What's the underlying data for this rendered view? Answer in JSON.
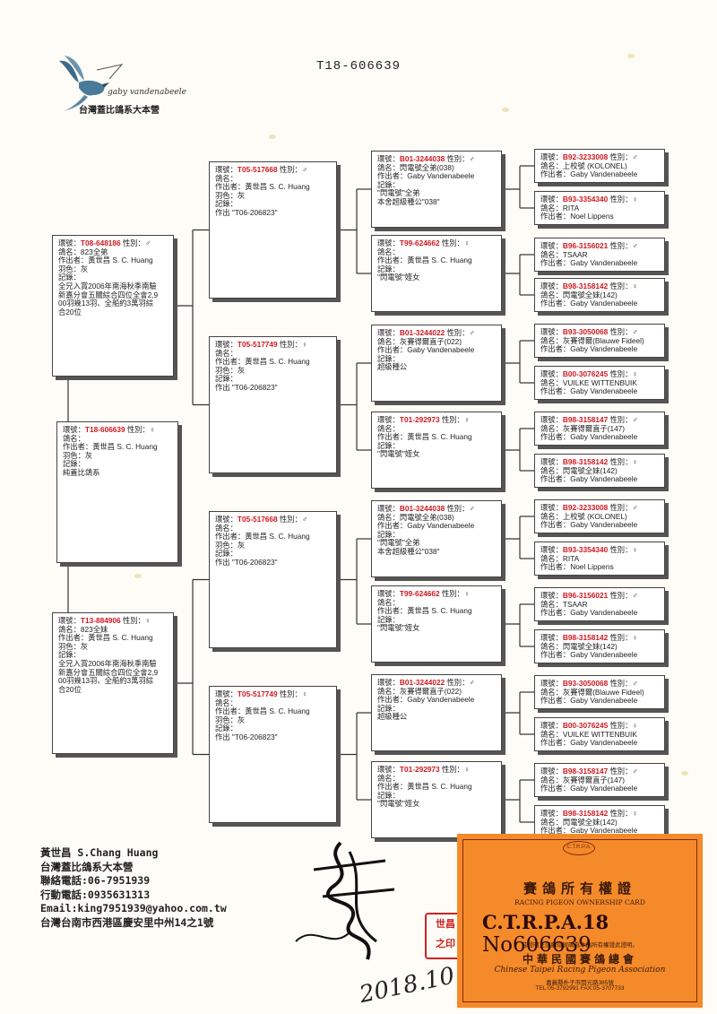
{
  "document_id": "T18-606639",
  "logo": {
    "script": "gaby vandenabeele",
    "club": "台灣蓋比鴿系大本營"
  },
  "labels": {
    "ring": "環號：",
    "sex": "性別：",
    "name": "鴿名：",
    "breeder": "作出者：",
    "color": "羽色：",
    "record": "記錄："
  },
  "cards": [
    {
      "id": "subject",
      "ring": "T18-606639",
      "sex": "♀",
      "name": "",
      "breeder": "黃世昌 S. C. Huang",
      "color": "灰",
      "record": "",
      "note": "純蓋比鴿系"
    },
    {
      "id": "sire",
      "ring": "T08-648186",
      "sex": "♂",
      "name": "823全弟",
      "breeder": "黃世昌 S. C. Huang",
      "color": "灰",
      "record": "",
      "note": "全兄入賞2006年南海秋季南驗\n新嘉分會五關綜合四位全會2,9\n00羽幾13羽、全船約3萬羽綜\n合20位"
    },
    {
      "id": "dam",
      "ring": "T13-884906",
      "sex": "♀",
      "name": "823全妹",
      "breeder": "黃世昌 S. C. Huang",
      "color": "灰",
      "record": "",
      "note": "全兄入賞2006年南海秋季南驗\n新嘉分會五關綜合四位全會2,9\n00羽幾13羽、全船約3萬羽綜\n合20位"
    },
    {
      "id": "ss",
      "ring": "T05-517668",
      "sex": "♂",
      "name": "",
      "breeder": "黃世昌 S. C. Huang",
      "color": "灰",
      "record": "",
      "note": "作出 \"T06-206823\""
    },
    {
      "id": "sd",
      "ring": "T05-517749",
      "sex": "♀",
      "name": "",
      "breeder": "黃世昌 S. C. Huang",
      "color": "灰",
      "record": "",
      "note": "作出 \"T06-206823\""
    },
    {
      "id": "ds",
      "ring": "T05-517668",
      "sex": "♂",
      "name": "",
      "breeder": "黃世昌 S. C. Huang",
      "color": "灰",
      "record": "",
      "note": "作出 \"T06-206823\""
    },
    {
      "id": "dd",
      "ring": "T05-517749",
      "sex": "♀",
      "name": "",
      "breeder": "黃世昌 S. C. Huang",
      "color": "灰",
      "record": "",
      "note": "作出 \"T06-206823\""
    },
    {
      "id": "g1",
      "ring": "B01-3244038",
      "sex": "♂",
      "name": "閃電號全弟(038)",
      "breeder": "Gaby Vandenabeele",
      "color": null,
      "record": "",
      "note": "\"閃電號\"全弟\n本舍超級種公\"038\""
    },
    {
      "id": "g2",
      "ring": "T99-624662",
      "sex": "♀",
      "name": "",
      "breeder": "黃世昌 S. C. Huang",
      "color": null,
      "record": "",
      "note": "\"閃電號\"姪女"
    },
    {
      "id": "g3",
      "ring": "B01-3244022",
      "sex": "♂",
      "name": "灰賽得爾直子(022)",
      "breeder": "Gaby Vandenabeele",
      "color": null,
      "record": "",
      "note": "超級種公"
    },
    {
      "id": "g4",
      "ring": "T01-292973",
      "sex": "♀",
      "name": "",
      "breeder": "黃世昌 S. C. Huang",
      "color": null,
      "record": "",
      "note": "\"閃電號\"姪女"
    },
    {
      "id": "g5",
      "ring": "B01-3244038",
      "sex": "♂",
      "name": "閃電號全弟(038)",
      "breeder": "Gaby Vandenabeele",
      "color": null,
      "record": "",
      "note": "\"閃電號\"全弟\n本舍超級種公\"038\""
    },
    {
      "id": "g6",
      "ring": "T99-624662",
      "sex": "♀",
      "name": "",
      "breeder": "黃世昌 S. C. Huang",
      "color": null,
      "record": "",
      "note": "\"閃電號\"姪女"
    },
    {
      "id": "g7",
      "ring": "B01-3244022",
      "sex": "♂",
      "name": "灰賽得爾直子(022)",
      "breeder": "Gaby Vandenabeele",
      "color": null,
      "record": "",
      "note": "超級種公"
    },
    {
      "id": "g8",
      "ring": "T01-292973",
      "sex": "♀",
      "name": "",
      "breeder": "黃世昌 S. C. Huang",
      "color": null,
      "record": "",
      "note": "\"閃電號\"姪女"
    },
    {
      "id": "h1",
      "ring": "B92-3233008",
      "sex": "♂",
      "name": "上校號 (KOLONEL)",
      "breeder": "Gaby Vandenabeele"
    },
    {
      "id": "h2",
      "ring": "B93-3354340",
      "sex": "♀",
      "name": "RITA",
      "breeder": "Noel Lippens"
    },
    {
      "id": "h3",
      "ring": "B96-3156021",
      "sex": "♂",
      "name": "TSAAR",
      "breeder": "Gaby Vandenabeele"
    },
    {
      "id": "h4",
      "ring": "B98-3158142",
      "sex": "♀",
      "name": "閃電號全妹(142)",
      "breeder": "Gaby Vandenabeele"
    },
    {
      "id": "h5",
      "ring": "B93-3050068",
      "sex": "♂",
      "name": "灰賽得爾(Blauwe Fideel)",
      "breeder": "Gaby Vandenabeele"
    },
    {
      "id": "h6",
      "ring": "B00-3076245",
      "sex": "♀",
      "name": "VUILKE WITTENBUIK",
      "breeder": "Gaby Vandenabeele"
    },
    {
      "id": "h7",
      "ring": "B98-3158147",
      "sex": "♂",
      "name": "灰賽得爾直子(147)",
      "breeder": "Gaby Vandenabeele"
    },
    {
      "id": "h8",
      "ring": "B98-3158142",
      "sex": "♀",
      "name": "閃電號全妹(142)",
      "breeder": "Gaby Vandenabeele"
    },
    {
      "id": "h9",
      "ring": "B92-3233008",
      "sex": "♂",
      "name": "上校號 (KOLONEL)",
      "breeder": "Gaby Vandenabeele"
    },
    {
      "id": "h10",
      "ring": "B93-3354340",
      "sex": "♀",
      "name": "RITA",
      "breeder": "Noel Lippens"
    },
    {
      "id": "h11",
      "ring": "B96-3156021",
      "sex": "♂",
      "name": "TSAAR",
      "breeder": "Gaby Vandenabeele"
    },
    {
      "id": "h12",
      "ring": "B98-3158142",
      "sex": "♀",
      "name": "閃電號全妹(142)",
      "breeder": "Gaby Vandenabeele"
    },
    {
      "id": "h13",
      "ring": "B93-3050068",
      "sex": "♂",
      "name": "灰賽得爾(Blauwe Fideel)",
      "breeder": "Gaby Vandenabeele"
    },
    {
      "id": "h14",
      "ring": "B00-3076245",
      "sex": "♀",
      "name": "VUILKE WITTENBUIK",
      "breeder": "Gaby Vandenabeele"
    },
    {
      "id": "h15",
      "ring": "B98-3158147",
      "sex": "♂",
      "name": "灰賽得爾直子(147)",
      "breeder": "Gaby Vandenabeele"
    },
    {
      "id": "h16",
      "ring": "B98-3158142",
      "sex": "♀",
      "name": "閃電號全妹(142)",
      "breeder": "Gaby Vandenabeele"
    }
  ],
  "contact": {
    "name": "黃世昌 S.Chang Huang",
    "org": "台灣蓋比鴿系大本營",
    "phone": "聯絡電話:06-7951939",
    "mobile": "行動電話:0935631313",
    "email": "Email:king7951939@yahoo.com.tw",
    "address": "台灣台南市西港區慶安里中州14之1號"
  },
  "certificate": {
    "seal": "C.T.R.P.A.",
    "title": "賽鴿所有權證",
    "subtitle": "RACING PIGEON OWNERSHIP CARD",
    "number_prefix": "C.T.R.P.A.18",
    "number": "No606639",
    "statement": "茲證明上記腳環號碼為本協所有權證此證明。",
    "org_cn": "中華民國賽鴿總會",
    "org_en": "Chinese Taipei Racing Pigeon Association",
    "address": "嘉義縣朴子市開元路385號",
    "tel_fax": "TEL:05-3792991   FAX:05-3707733"
  },
  "stamp_text": "世昌\n之印",
  "signature_date": "2018.10.01",
  "colors": {
    "ring": "#d01820",
    "certificate": "#f58a2a"
  }
}
